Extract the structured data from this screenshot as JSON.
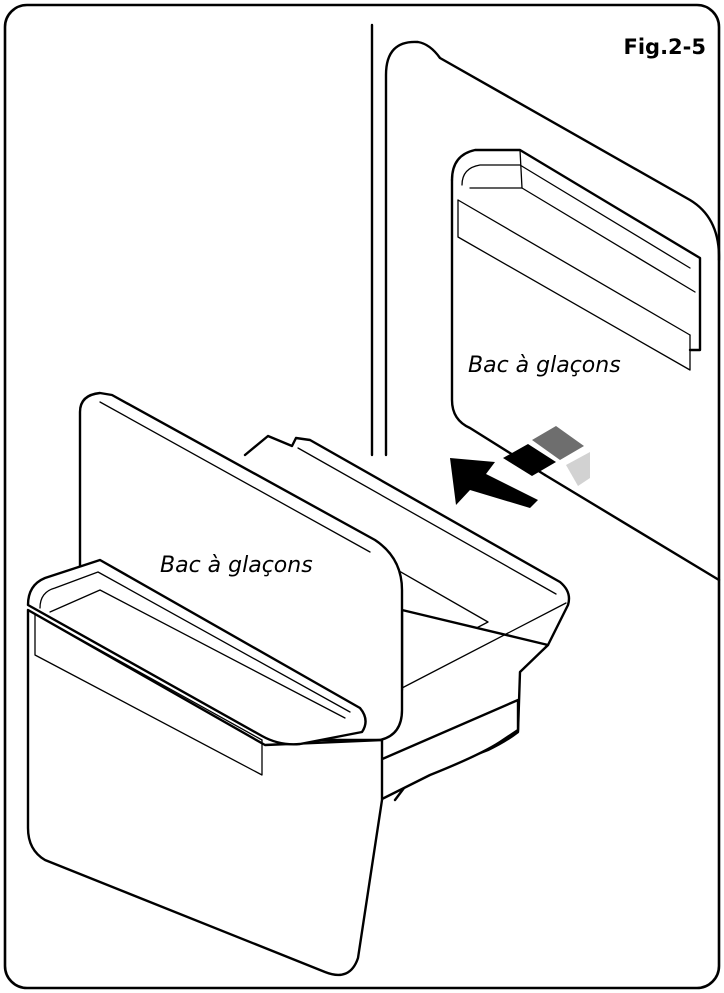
{
  "figure": {
    "label": "Fig.2-5",
    "compartment_label": "Bac à glaçons",
    "bin_label": "Bac à glaçons"
  },
  "colors": {
    "line": "#000000",
    "background": "#ffffff",
    "arrow_dark": "#000000",
    "arrow_mid": "#6e6e6e",
    "arrow_light": "#d2d2d2"
  },
  "icons": {
    "direction": "pull-out-arrow-icon"
  }
}
